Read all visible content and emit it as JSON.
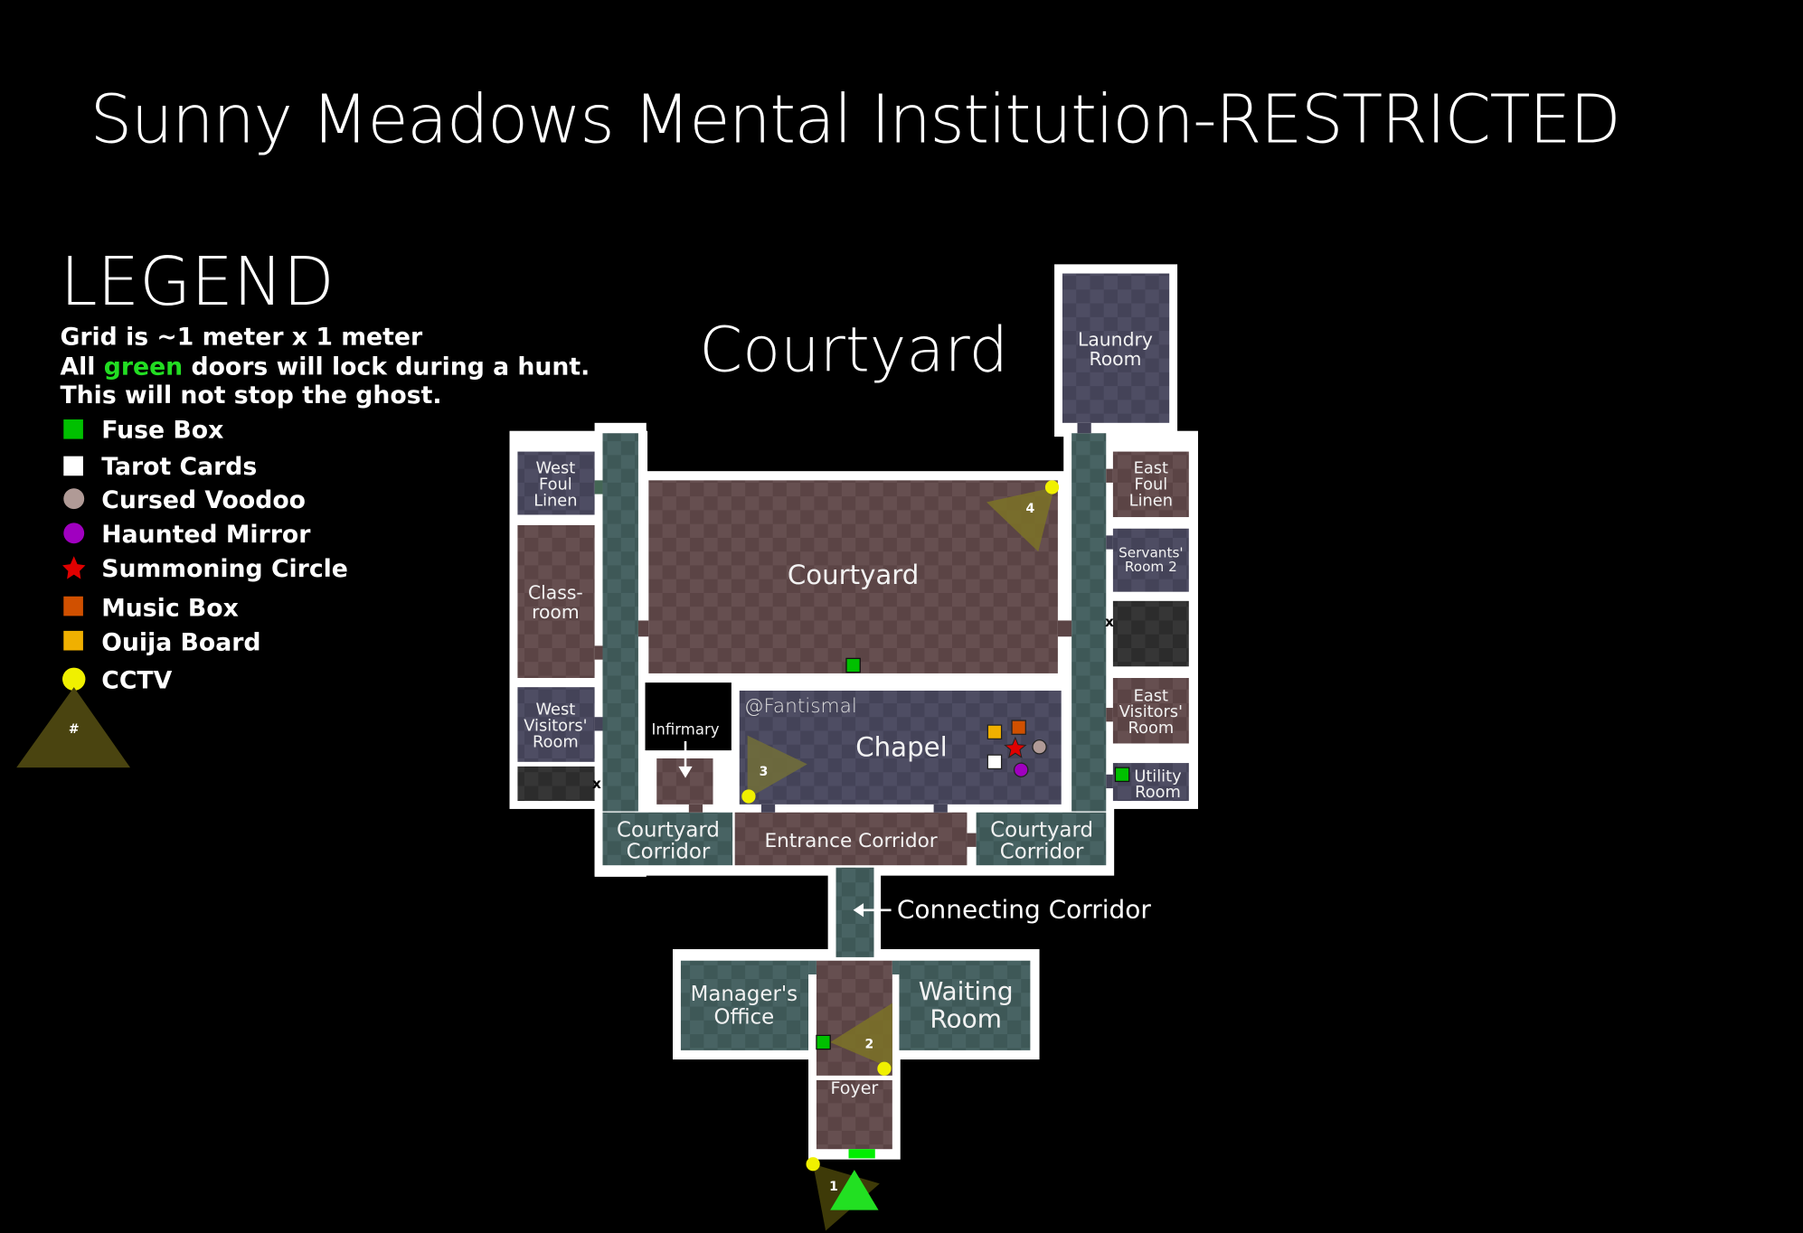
{
  "title": "Sunny Meadows Mental Institution-RESTRICTED",
  "legend": {
    "heading": "LEGEND",
    "notes": {
      "line1": "Grid is ~1 meter x 1 meter",
      "line2_pre": "All ",
      "line2_green": "green",
      "line2_post": " doors will lock during a hunt.",
      "line3": "This will not stop the ghost."
    },
    "items": [
      {
        "label": "Fuse Box",
        "icon": "green-square",
        "color": "#00c000"
      },
      {
        "label": "Tarot Cards",
        "icon": "white-square",
        "color": "#ffffff"
      },
      {
        "label": "Cursed Voodoo",
        "icon": "tan-circle",
        "color": "#b09a96"
      },
      {
        "label": "Haunted Mirror",
        "icon": "purple-circle",
        "color": "#a000c0"
      },
      {
        "label": "Summoning Circle",
        "icon": "red-star",
        "color": "#e00000"
      },
      {
        "label": "Music Box",
        "icon": "orange-square",
        "color": "#d05000"
      },
      {
        "label": "Ouija Board",
        "icon": "yellow-square",
        "color": "#f0b000"
      },
      {
        "label": "CCTV",
        "icon": "yellow-circle",
        "color": "#f0f000"
      }
    ],
    "camera_symbol": "#"
  },
  "map": {
    "area_label": "Courtyard",
    "credit": "@Fantismal",
    "rooms": {
      "laundry": [
        "Laundry",
        "Room"
      ],
      "west_foul_linen": [
        "West",
        "Foul",
        "Linen"
      ],
      "classroom": [
        "Class-",
        "room"
      ],
      "west_visitors": [
        "West",
        "Visitors'",
        "Room"
      ],
      "courtyard": "Courtyard",
      "infirmary": "Infirmary",
      "chapel": "Chapel",
      "east_foul_linen": [
        "East",
        "Foul",
        "Linen"
      ],
      "servants_room_2": [
        "Servants'",
        "Room 2"
      ],
      "east_visitors": [
        "East",
        "Visitors'",
        "Room"
      ],
      "utility": [
        "Utility",
        "Room"
      ],
      "courtyard_corridor_west": [
        "Courtyard",
        "Corridor"
      ],
      "entrance_corridor": "Entrance Corridor",
      "courtyard_corridor_east": [
        "Courtyard",
        "Corridor"
      ],
      "connecting_corridor": "Connecting Corridor",
      "managers_office": [
        "Manager's",
        "Office"
      ],
      "waiting_room": [
        "Waiting",
        "Room"
      ],
      "foyer": "Foyer"
    },
    "cameras": [
      "1",
      "2",
      "3",
      "4"
    ],
    "locked_marker": "x"
  },
  "colors": {
    "wall": "#ffffff",
    "brown_room": "#5c4546",
    "purple_room": "#46455a",
    "teal_room": "#3f5958",
    "dark_room": "#2e2e2e",
    "camera_cone": "#7a7028",
    "green_text": "#22dd22"
  }
}
